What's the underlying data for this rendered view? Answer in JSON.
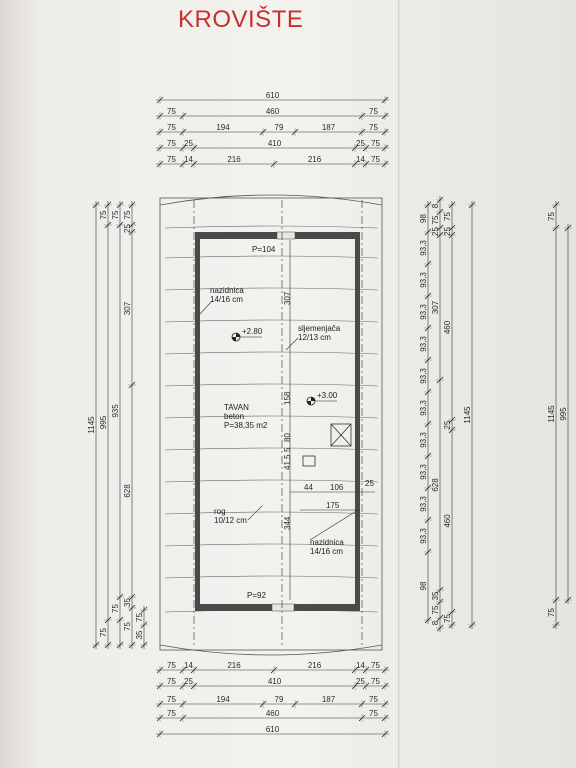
{
  "title": "KROVIŠTE",
  "dims_top": {
    "row1": [
      "610"
    ],
    "row2": [
      "75",
      "460",
      "75"
    ],
    "row3": [
      "75",
      "194",
      "79",
      "187",
      "75"
    ],
    "row4": [
      "75",
      "25",
      "410",
      "25",
      "75"
    ],
    "row5": [
      "75",
      "14",
      "216",
      "216",
      "14",
      "75"
    ]
  },
  "dims_bottom": {
    "row1": [
      "75",
      "14",
      "216",
      "216",
      "14",
      "75"
    ],
    "row2": [
      "75",
      "25",
      "410",
      "25",
      "75"
    ],
    "row3": [
      "75",
      "194",
      "79",
      "187",
      "75"
    ],
    "row4": [
      "75",
      "460",
      "75"
    ],
    "row5": [
      "610"
    ]
  },
  "dims_left": {
    "c1": [
      "1145"
    ],
    "c2": [
      "75",
      "995",
      "75"
    ],
    "c3": [
      "75",
      "935",
      "75"
    ],
    "c4": [
      "75",
      "25",
      "307",
      "628",
      "35",
      "75"
    ],
    "c5": [
      "75",
      "35"
    ]
  },
  "dims_right": {
    "c1": [
      "98",
      "93,3",
      "93,3",
      "93,3",
      "93,3",
      "93,3",
      "93,3",
      "93,3",
      "93,3",
      "93,3",
      "93,3",
      "98"
    ],
    "c2": [
      "8",
      "75",
      "25",
      "307",
      "628",
      "35",
      "75",
      "8"
    ],
    "c3": [
      "75",
      "25",
      "460",
      "25",
      "460",
      "75"
    ],
    "c4": [
      "1145"
    ]
  },
  "dims_far_right": {
    "c1": [
      "75",
      "1145",
      "75"
    ],
    "c2": [
      "995"
    ]
  },
  "inner_dims": [
    "307",
    "158",
    "80",
    "5",
    "41,5",
    "44",
    "106",
    "175",
    "25",
    "344"
  ],
  "labels": {
    "p_top": "P=104",
    "p_bottom": "P=92",
    "nazidnica_top": "nazidnica",
    "nazidnica_top_size": "14/16 cm",
    "level1": "+2.80",
    "sljemenjaca": "sljemenjača",
    "sljemenjaca_size": "12/13 cm",
    "level2": "+3.00",
    "room_name": "TAVAN",
    "room_material": "beton",
    "room_area": "P=38,35 m2",
    "rog": "rog",
    "rog_size": "10/12 cm",
    "nazidnica_bottom": "nazidnica",
    "nazidnica_bottom_size": "14/16 cm"
  },
  "colors": {
    "title": "#c8302a",
    "wall": "#3a3a3a",
    "line": "#444444"
  }
}
